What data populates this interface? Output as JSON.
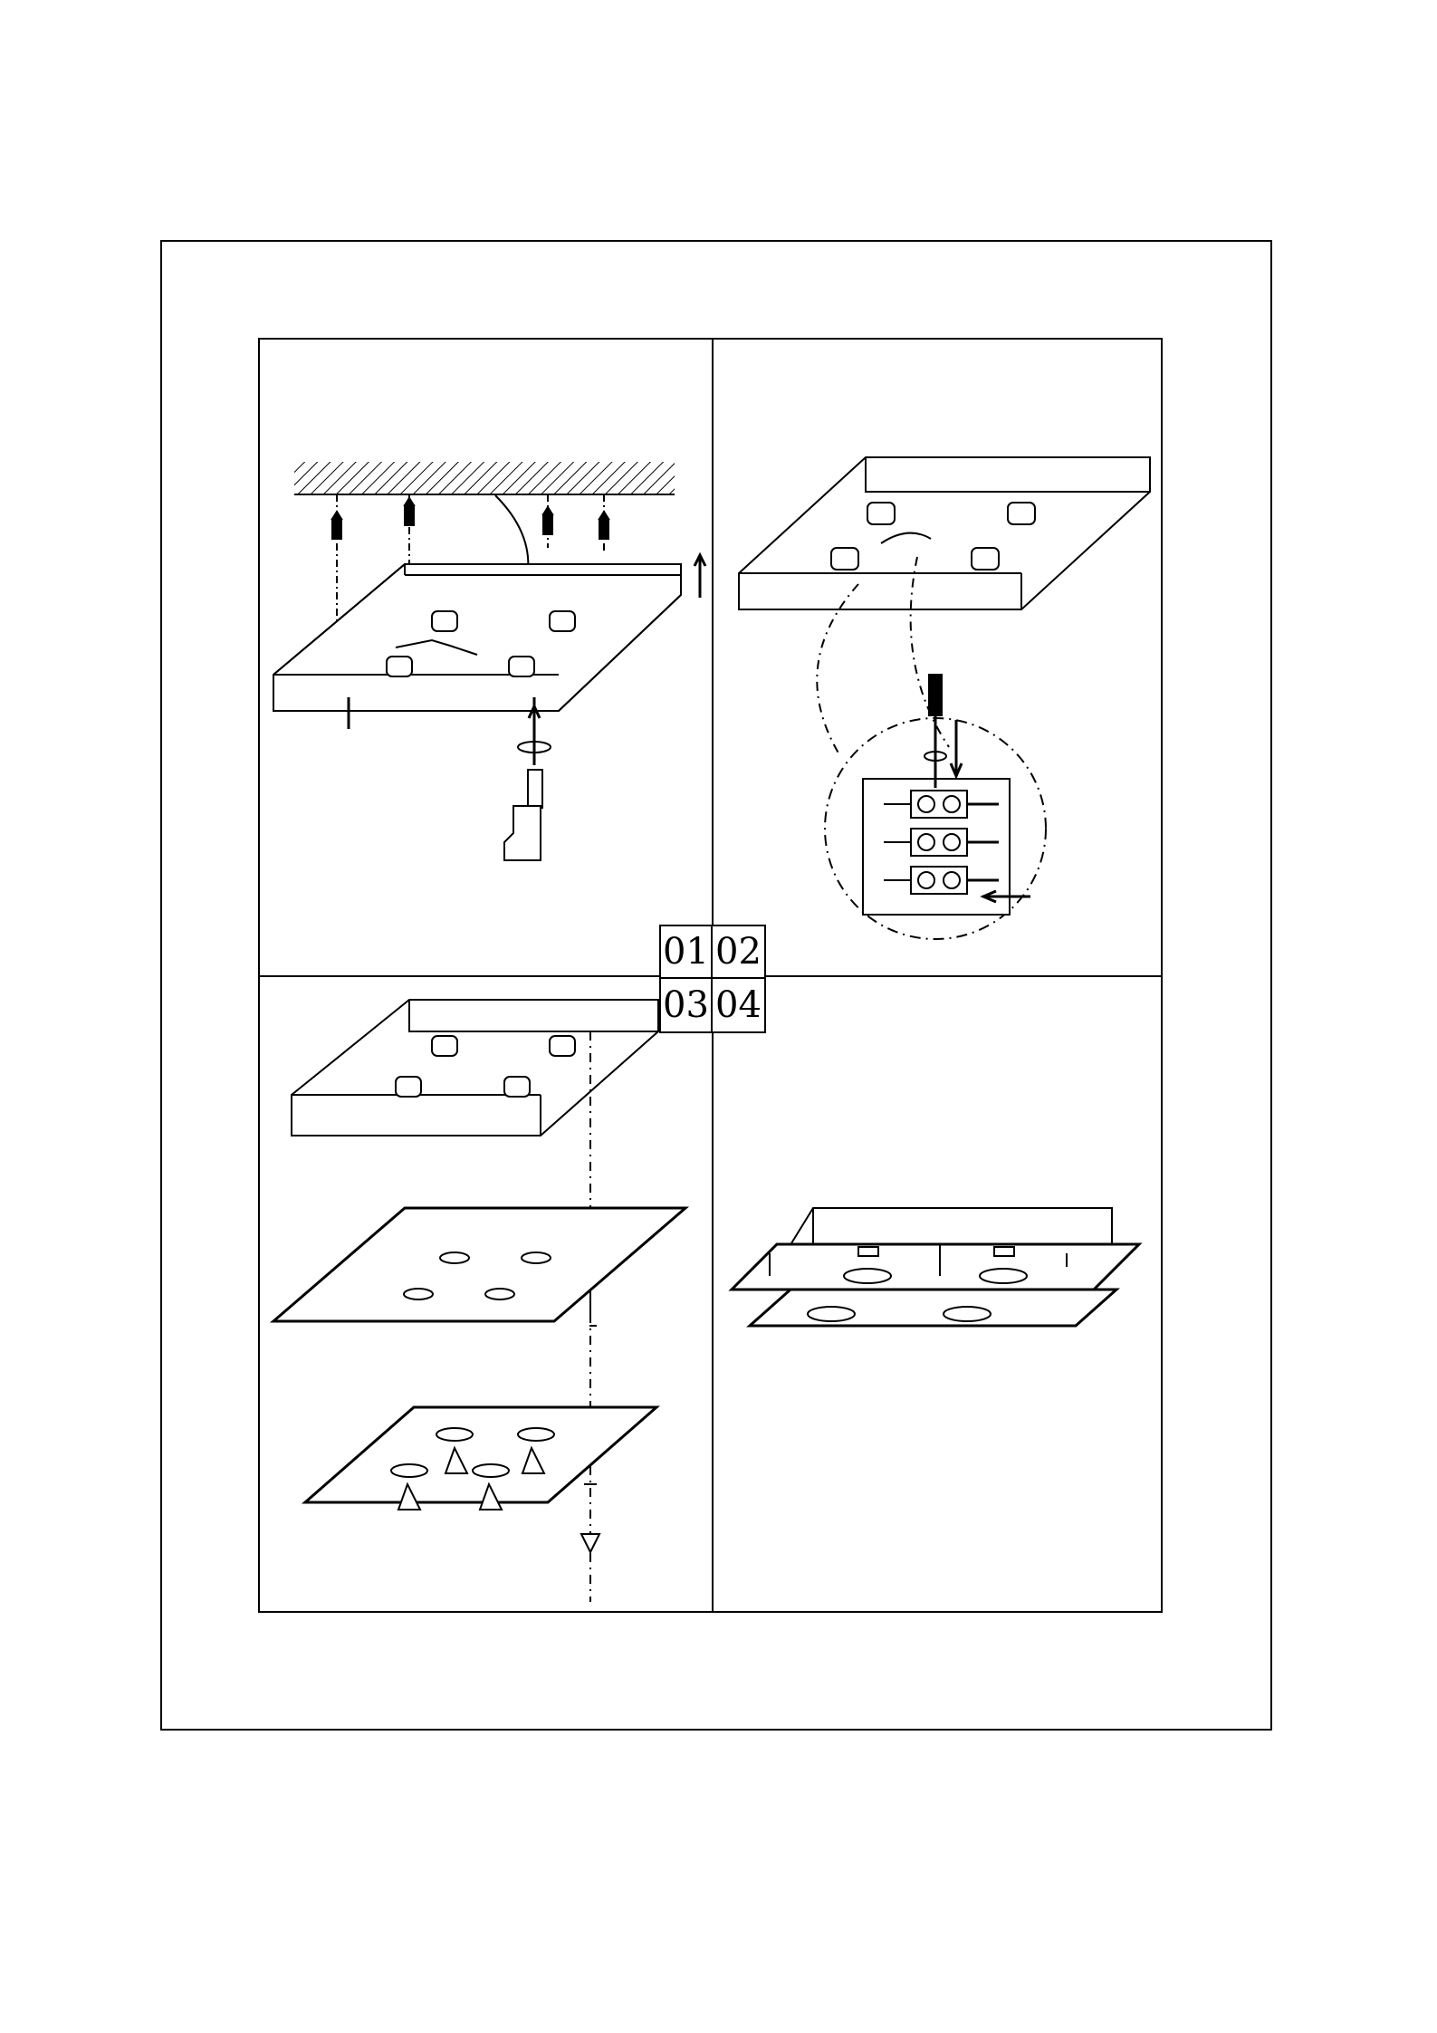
{
  "steps": {
    "s1": "01",
    "s2": "02",
    "s3": "03",
    "s4": "04"
  },
  "panels": [
    {
      "step": "01",
      "illustration": "ceiling-mounting-icon"
    },
    {
      "step": "02",
      "illustration": "wiring-terminal-icon"
    },
    {
      "step": "03",
      "illustration": "panel-assembly-icon"
    },
    {
      "step": "04",
      "illustration": "finished-fixture-icon"
    }
  ],
  "colors": {
    "line": "#000000",
    "background": "#ffffff"
  }
}
